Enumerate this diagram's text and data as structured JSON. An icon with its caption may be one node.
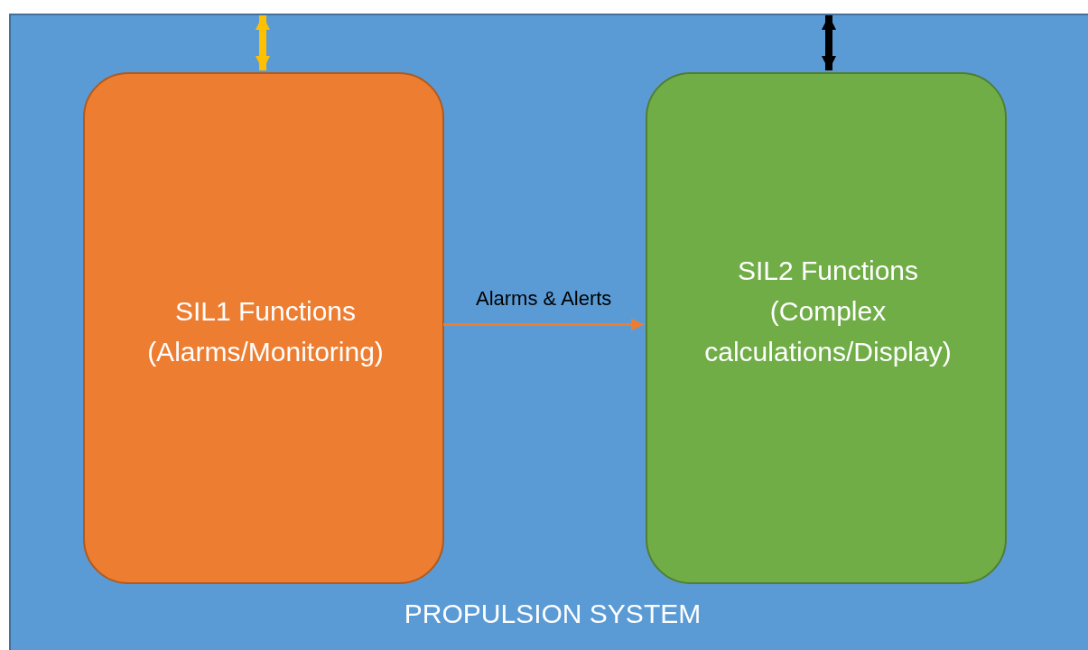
{
  "diagram": {
    "nodes": [
      {
        "text": [
          "PROPULSION SYSTEM"
        ]
      },
      {
        "text": [
          "SIL1 Functions (Alarms/Monitoring)"
        ],
        "in": 0
      },
      {
        "text": [
          "SIL2 Functions (Complex calculations/Display)"
        ],
        "in": 0
      }
    ],
    "edges": [
      {
        "from": 1,
        "to": 2,
        "arrow": "to",
        "label": "Alarms & Alerts",
        "color": "#ed7d31"
      },
      {
        "from": null,
        "to": 1,
        "arrow": "both",
        "color": "#ffc000"
      },
      {
        "from": null,
        "to": 2,
        "arrow": "both",
        "color": "#000000"
      }
    ]
  }
}
